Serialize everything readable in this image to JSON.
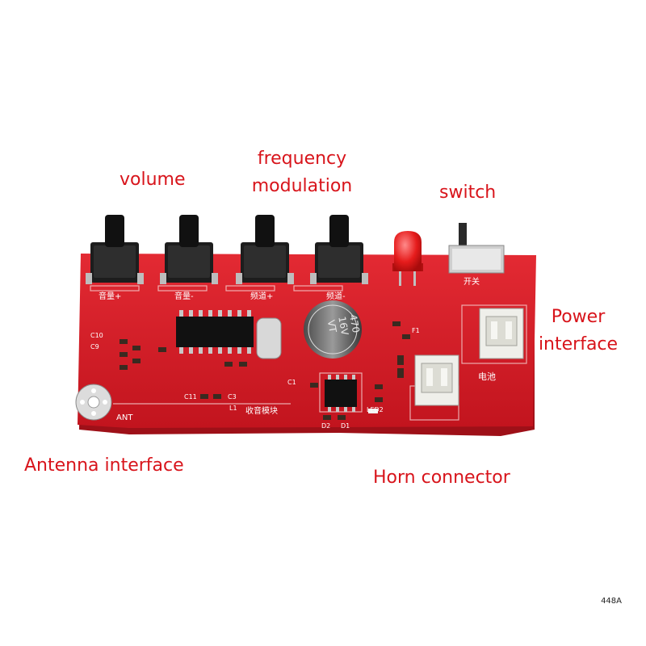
{
  "labels": {
    "volume": "volume",
    "frequency_modulation": [
      "frequency",
      "modulation"
    ],
    "switch": "switch",
    "power_interface": [
      "Power",
      "interface"
    ],
    "antenna_interface": "Antenna interface",
    "horn_connector": "Horn connector"
  },
  "board": {
    "button_labels": [
      "音量+",
      "音量-",
      "频道+",
      "频道-"
    ],
    "switch_label": "开关",
    "battery_label": "电池",
    "module_label": "收音模块",
    "antenna_silk": "ANT",
    "capacitor_marking": [
      "470",
      "16V",
      "VT"
    ],
    "silk_refs": [
      "C10",
      "C9",
      "C1",
      "C11",
      "C3",
      "L1",
      "F1",
      "LED2",
      "D2",
      "D1"
    ]
  },
  "product_code": "448A",
  "colors": {
    "label": "#d8141b",
    "pcb": "#d81e2a",
    "pcb_dark": "#a8141c"
  }
}
